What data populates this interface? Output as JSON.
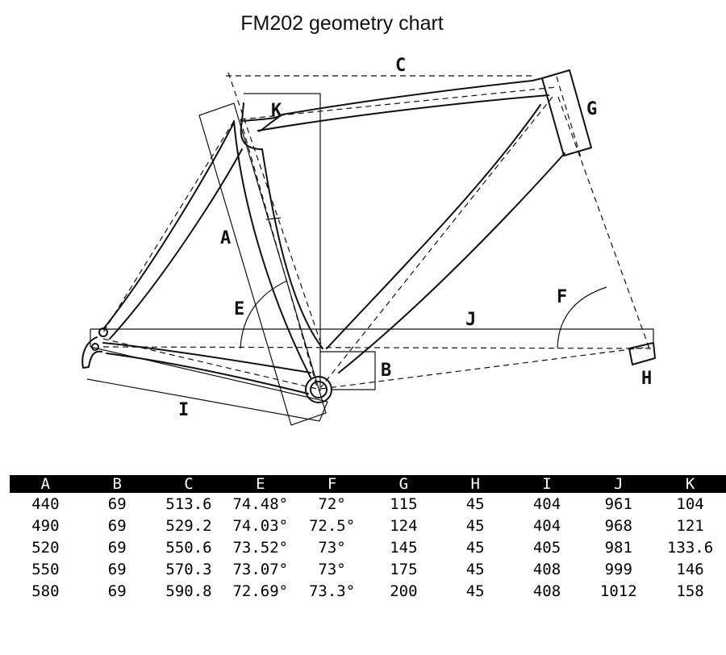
{
  "title": "FM202 geometry chart",
  "diagram": {
    "labels": {
      "A": "A",
      "B": "B",
      "C": "C",
      "E": "E",
      "F": "F",
      "G": "G",
      "H": "H",
      "I": "I",
      "J": "J",
      "K": "K"
    }
  },
  "table": {
    "headers": [
      "A",
      "B",
      "C",
      "E",
      "F",
      "G",
      "H",
      "I",
      "J",
      "K"
    ],
    "rows": [
      [
        "440",
        "69",
        "513.6",
        "74.48°",
        "72°",
        "115",
        "45",
        "404",
        "961",
        "104"
      ],
      [
        "490",
        "69",
        "529.2",
        "74.03°",
        "72.5°",
        "124",
        "45",
        "404",
        "968",
        "121"
      ],
      [
        "520",
        "69",
        "550.6",
        "73.52°",
        "73°",
        "145",
        "45",
        "405",
        "981",
        "133.6"
      ],
      [
        "550",
        "69",
        "570.3",
        "73.07°",
        "73°",
        "175",
        "45",
        "408",
        "999",
        "146"
      ],
      [
        "580",
        "69",
        "590.8",
        "72.69°",
        "73.3°",
        "200",
        "45",
        "408",
        "1012",
        "158"
      ]
    ]
  }
}
